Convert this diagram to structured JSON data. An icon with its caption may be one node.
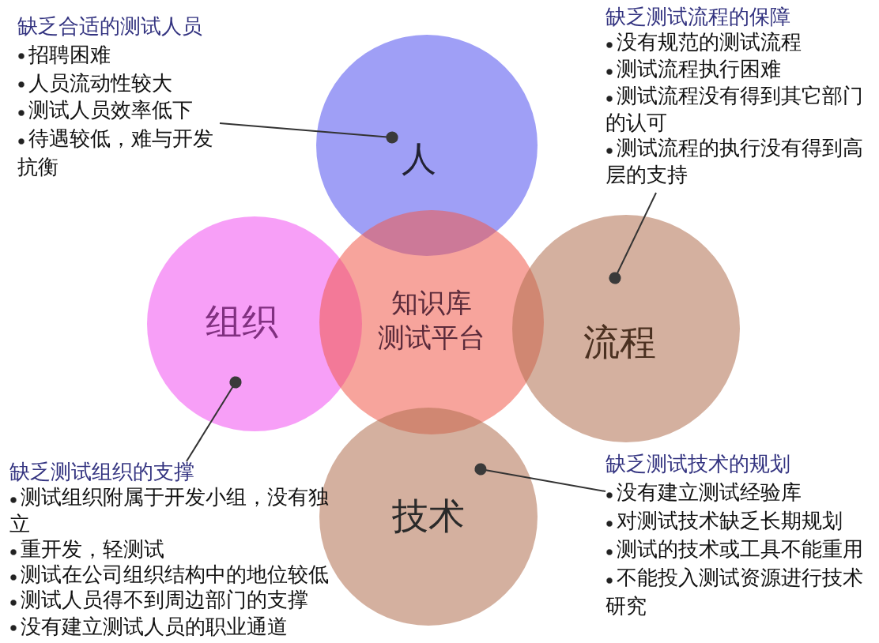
{
  "diagram": {
    "nodes": [
      {
        "text": [
          "缺乏合适的测试人员",
          "招聘困难",
          "人员流动性较大",
          "测试人员效率低下",
          "待遇较低，难与开发抗衡"
        ]
      },
      {
        "text": [
          "缺乏测试流程的保障",
          "没有规范的测试流程",
          "测试流程执行困难",
          "测试流程没有得到其它部门的认可",
          "测试流程的执行没有得到高层的支持"
        ]
      },
      {
        "text": [
          "人"
        ]
      },
      {
        "text": [
          "组织"
        ]
      },
      {
        "text": [
          "知识库",
          "测试平台"
        ]
      },
      {
        "text": [
          "流程"
        ]
      },
      {
        "text": [
          "技术"
        ]
      },
      {
        "text": [
          "缺乏测试组织的支撑",
          "测试组织附属于开发小组，没有独立",
          "重开发，轻测试",
          "测试在公司组织结构中的地位较低",
          "测试人员得不到周边部门的支撑",
          "没有建立测试人员的职业通道"
        ]
      },
      {
        "text": [
          "缺乏测试技术的规划",
          "没有建立测试经验库",
          "对测试技术缺乏长期规划",
          "测试的技术或工具不能重用",
          "不能投入测试资源进行技术研究"
        ]
      }
    ],
    "edges": [
      {
        "from": 0,
        "to": 2,
        "arrow": "other"
      },
      {
        "from": 1,
        "to": 5,
        "arrow": "other"
      },
      {
        "from": 7,
        "to": 3,
        "arrow": "other"
      },
      {
        "from": 8,
        "to": 6,
        "arrow": "other"
      }
    ]
  }
}
